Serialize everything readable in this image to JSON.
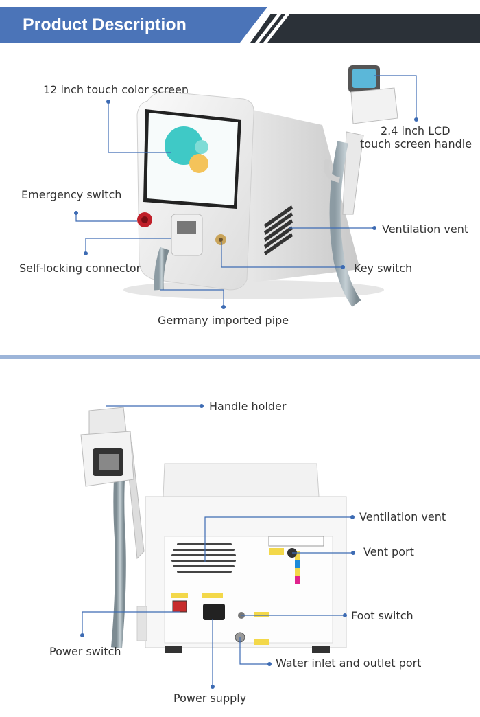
{
  "header": {
    "title": "Product Description"
  },
  "front_view": {
    "callouts": {
      "screen": "12 inch touch color screen",
      "handle_line1": "2.4 inch LCD",
      "handle_line2": "touch screen handle",
      "emergency": "Emergency switch",
      "vent": "Ventilation vent",
      "connector": "Self-locking connector",
      "key": "Key switch",
      "pipe": "Germany imported pipe"
    }
  },
  "back_view": {
    "callouts": {
      "holder": "Handle holder",
      "vent": "Ventilation vent",
      "vent_port": "Vent port",
      "foot": "Foot switch",
      "power_switch": "Power switch",
      "water": "Water inlet and outlet port",
      "power_supply": "Power supply"
    }
  },
  "colors": {
    "header_blue": "#4b74b8",
    "header_dark": "#2b3138",
    "divider": "#9db5d9",
    "leader": "#3d6bb3"
  }
}
